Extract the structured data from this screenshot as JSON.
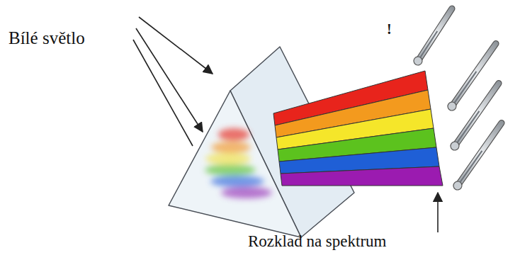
{
  "diagram": {
    "labels": [
      "Bílé světlo",
      "!",
      "Rozklad na spektrum"
    ]
  }
}
